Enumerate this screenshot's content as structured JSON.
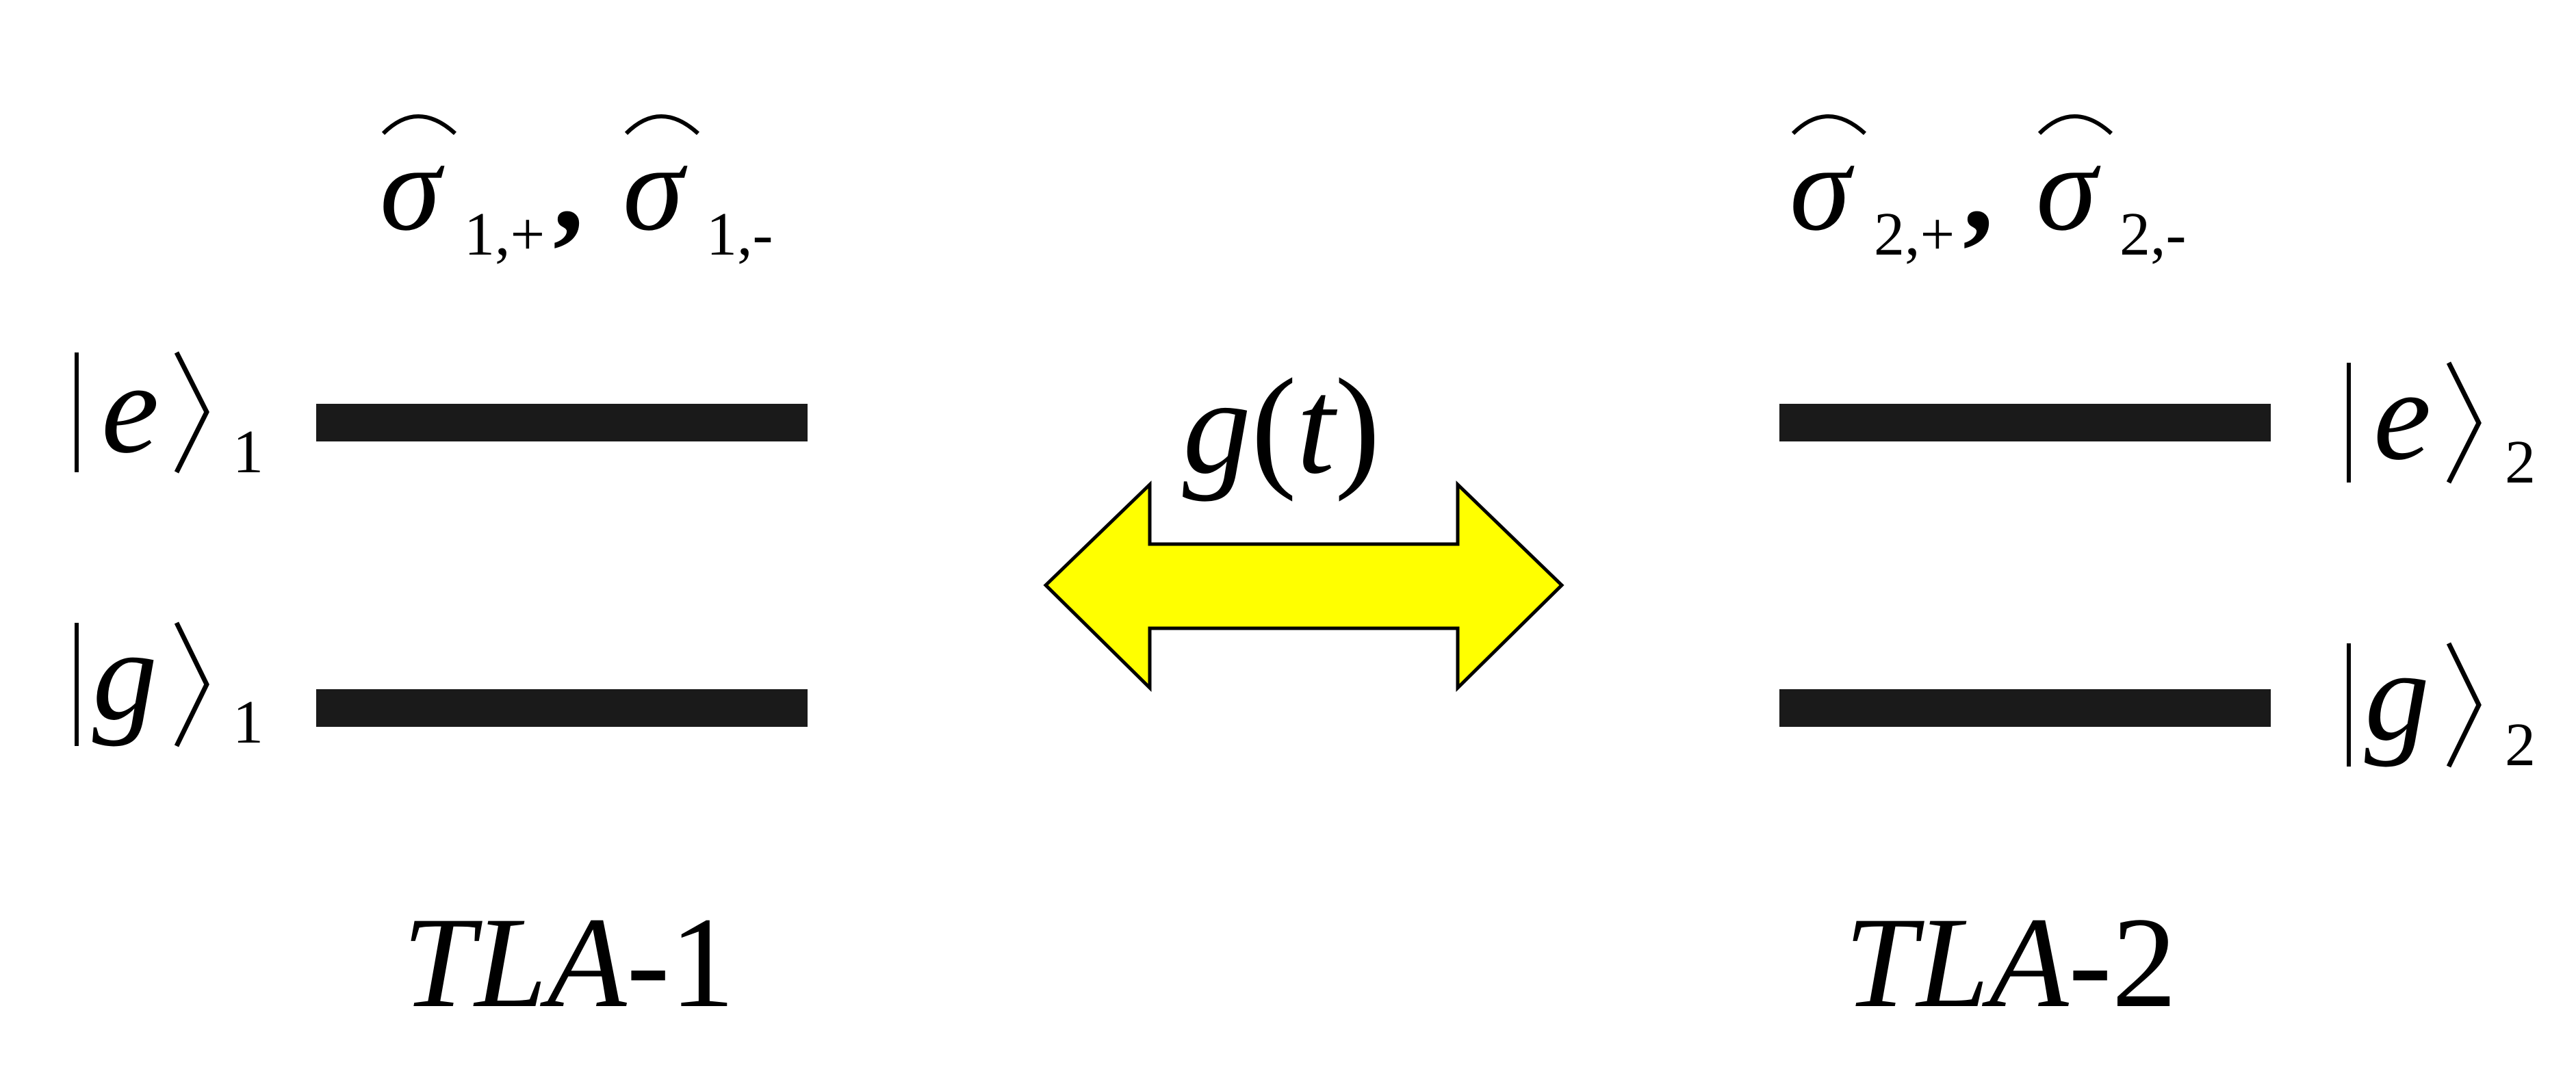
{
  "colors": {
    "arrow_fill": "#ffff00",
    "line": "#1a1a1a",
    "text": "#000000"
  },
  "tla1": {
    "operator_symbol": "σ",
    "operator_plus_sub": "1,+",
    "operator_minus_sub": "1,-",
    "separator": ",",
    "excited_state": "e",
    "excited_sub": "1",
    "ground_state": "g",
    "ground_sub": "1",
    "label_italic": "TLA",
    "label_number": "-1"
  },
  "tla2": {
    "operator_symbol": "σ",
    "operator_plus_sub": "2,+",
    "operator_minus_sub": "2,-",
    "separator": ",",
    "excited_state": "e",
    "excited_sub": "2",
    "ground_state": "g",
    "ground_sub": "2",
    "label_italic": "TLA",
    "label_number": "-2"
  },
  "coupling": {
    "function": "g",
    "open_paren": "(",
    "variable": "t",
    "close_paren": ")"
  }
}
